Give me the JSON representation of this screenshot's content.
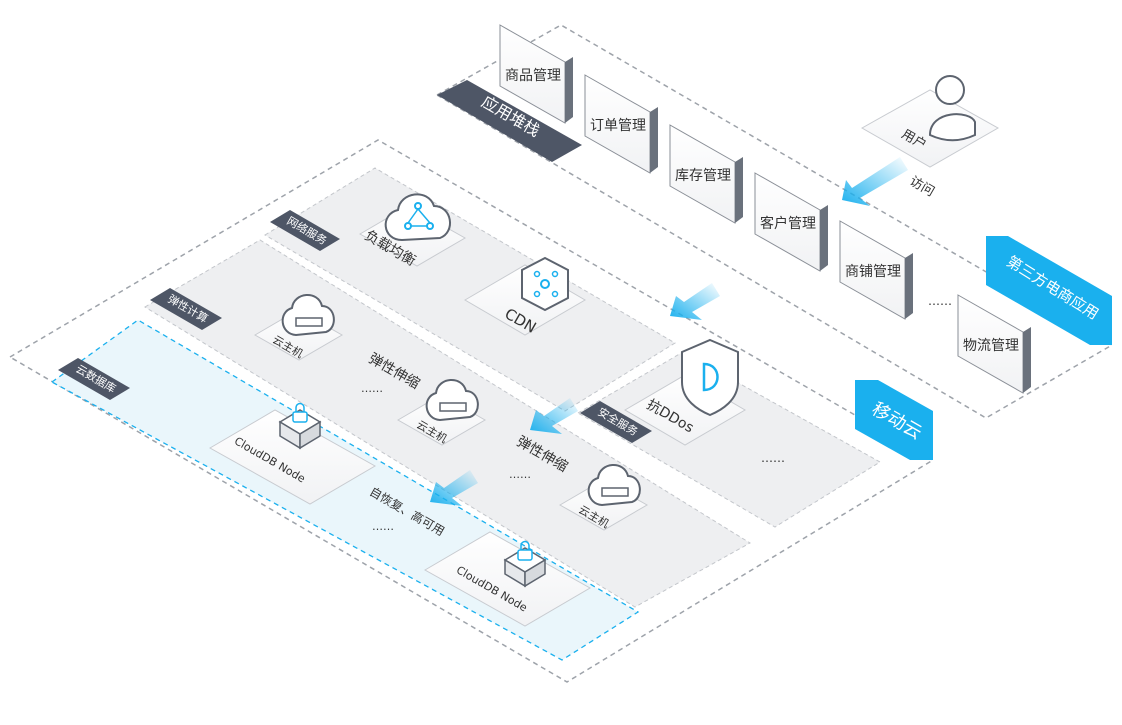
{
  "app_stack": {
    "title": "应用堆栈",
    "modules": [
      "商品管理",
      "订单管理",
      "库存管理",
      "客户管理",
      "商铺管理",
      "物流管理"
    ],
    "more": "……"
  },
  "user": {
    "label": "用户",
    "access": "访问"
  },
  "third_party": {
    "label": "第三方电商应用",
    "color": "#1ab0ee"
  },
  "mobile_cloud": {
    "label": "移动云",
    "color": "#1ab0ee"
  },
  "network": {
    "tag": "网络服务",
    "load_balance": "负载均衡",
    "cdn": "CDN"
  },
  "elastic": {
    "tag": "弹性计算",
    "vm_label": "云主机",
    "scaling": "弹性伸缩",
    "more": "……"
  },
  "security": {
    "tag": "安全服务",
    "ddos": "抗DDos",
    "more": "……"
  },
  "database": {
    "tag": "云数据库",
    "node": "CloudDB Node",
    "recovery": "自恢复、高可用",
    "more": "……"
  },
  "colors": {
    "tag_bg": "#4e5666",
    "accent": "#1ab0ee",
    "panel": "#eeeff1",
    "db_panel": "#eaf6fb"
  },
  "icons": [
    "user-icon",
    "cloud-network-icon",
    "cdn-hub-icon",
    "shield-icon",
    "cloud-vm-icon",
    "database-lock-icon"
  ]
}
